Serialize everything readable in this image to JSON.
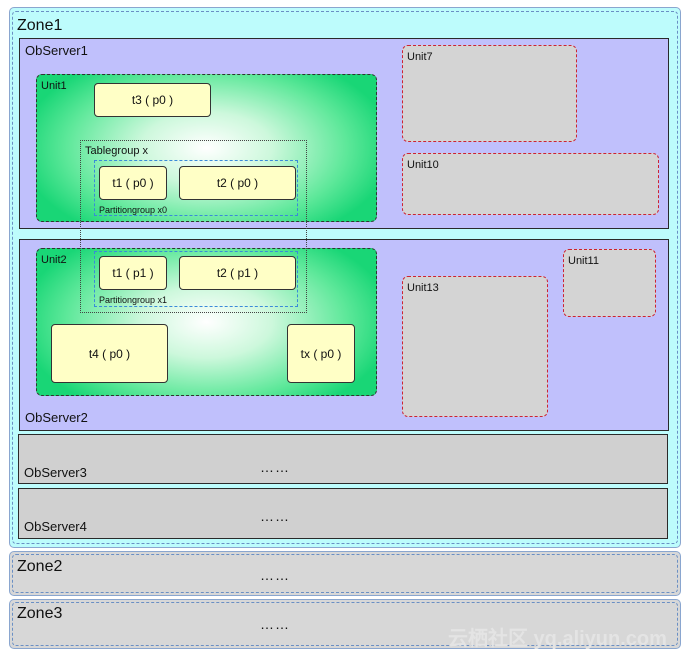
{
  "zones": [
    {
      "label": "Zone1"
    },
    {
      "label": "Zone2",
      "content": "……"
    },
    {
      "label": "Zone3",
      "content": "……"
    }
  ],
  "servers": [
    {
      "label": "ObServer1"
    },
    {
      "label": "ObServer2"
    },
    {
      "label": "ObServer3",
      "content": "……"
    },
    {
      "label": "ObServer4",
      "content": "……"
    }
  ],
  "units": {
    "unit1": "Unit1",
    "unit2": "Unit2",
    "unit7": "Unit7",
    "unit10": "Unit10",
    "unit11": "Unit11",
    "unit13": "Unit13"
  },
  "tablegroup": "Tablegroup x",
  "partitiongroups": [
    "Partitiongroup x0",
    "Partitiongroup x1"
  ],
  "tables": {
    "t3_p0": "t3 ( p0 )",
    "t1_p0": "t1 ( p0 )",
    "t2_p0": "t2 ( p0 )",
    "t1_p1": "t1 ( p1 )",
    "t2_p1": "t2 ( p1 )",
    "t4_p0": "t4 ( p0 )",
    "tx_p0": "tx ( p0 )"
  },
  "watermark": "云栖社区 yq.aliyun.com",
  "colors": {
    "zone1_fill": "#bdfcfc",
    "server_fill": "#c0c0fc",
    "unit_green": "#19d676",
    "unit_gray_border": "#cc2233",
    "table_fill": "#ffffc6"
  }
}
